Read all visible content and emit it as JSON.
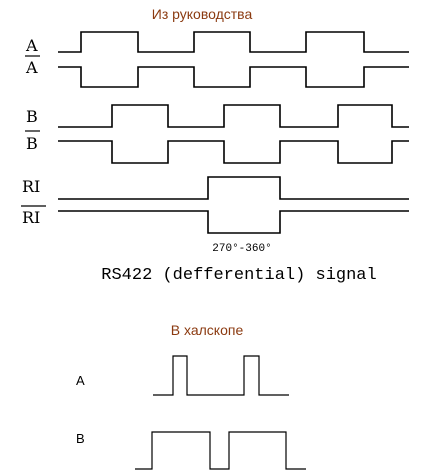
{
  "colors": {
    "heading": "#8B3A10",
    "stroke": "#000000"
  },
  "manual": {
    "heading": "Из руководства",
    "labels": {
      "a": "A",
      "a_bar": "A",
      "b": "B",
      "b_bar": "B",
      "ri": "RI",
      "ri_bar": "RI"
    },
    "phase_label": "270°-360°",
    "caption": "RS422 (defferential) signal"
  },
  "scope": {
    "heading": "В халскопе",
    "labels": {
      "a": "A",
      "b": "B"
    }
  }
}
